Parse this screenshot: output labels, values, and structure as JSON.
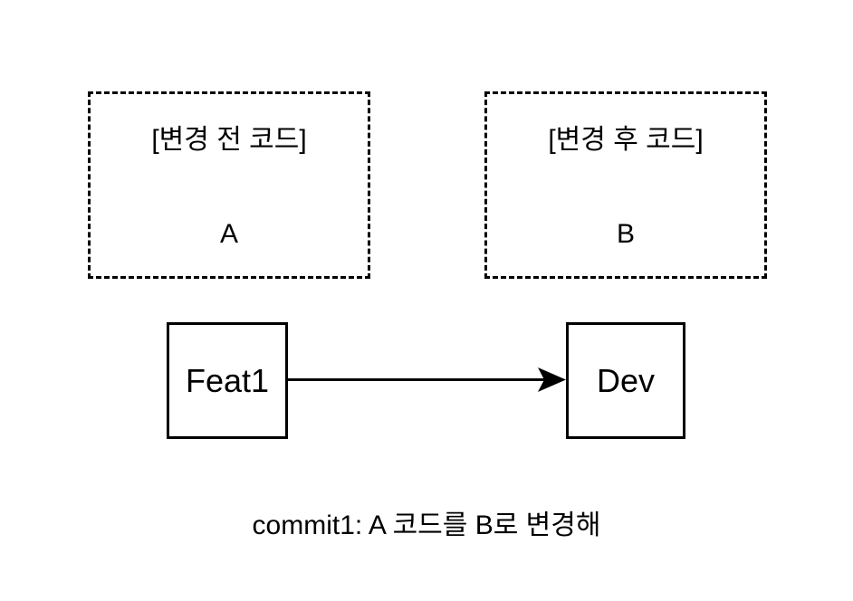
{
  "diagram": {
    "background_color": "#ffffff",
    "stroke_color": "#000000",
    "code_boxes": [
      {
        "name": "before",
        "title": "[변경 전 코드]",
        "body": "A",
        "border_style": "dashed"
      },
      {
        "name": "after",
        "title": "[변경 후 코드]",
        "body": "B",
        "border_style": "dashed"
      }
    ],
    "branches": [
      {
        "name": "feat1",
        "label": "Feat1",
        "border_style": "solid"
      },
      {
        "name": "dev",
        "label": "Dev",
        "border_style": "solid"
      }
    ],
    "arrow": {
      "name": "merge-arrow",
      "from": "Feat1",
      "to": "Dev",
      "direction": "right",
      "head": "filled-triangle"
    },
    "caption": "commit1: A 코드를 B로 변경해"
  }
}
